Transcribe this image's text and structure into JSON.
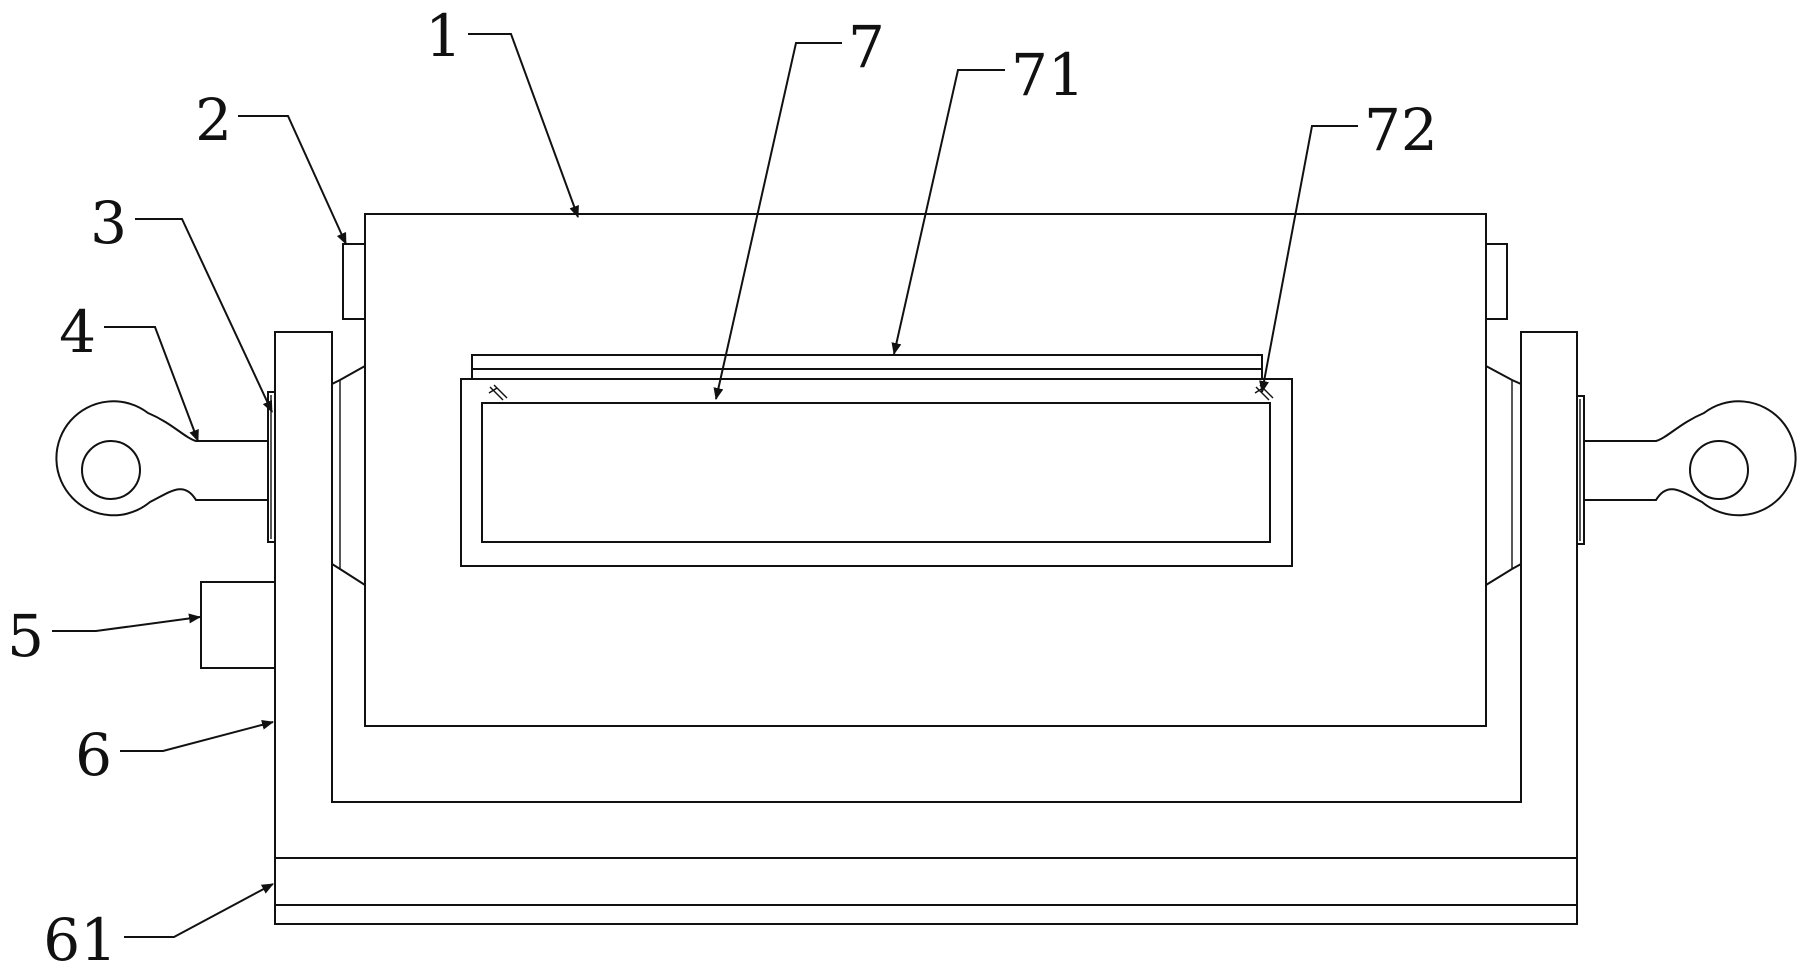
{
  "diagram": {
    "labels": [
      {
        "id": "1",
        "text": "1"
      },
      {
        "id": "2",
        "text": "2"
      },
      {
        "id": "3",
        "text": "3"
      },
      {
        "id": "4",
        "text": "4"
      },
      {
        "id": "5",
        "text": "5"
      },
      {
        "id": "6",
        "text": "6"
      },
      {
        "id": "61",
        "text": "61"
      },
      {
        "id": "7",
        "text": "7"
      },
      {
        "id": "71",
        "text": "71"
      },
      {
        "id": "72",
        "text": "72"
      }
    ],
    "colors": {
      "line": "#111111",
      "background": "#ffffff"
    }
  }
}
